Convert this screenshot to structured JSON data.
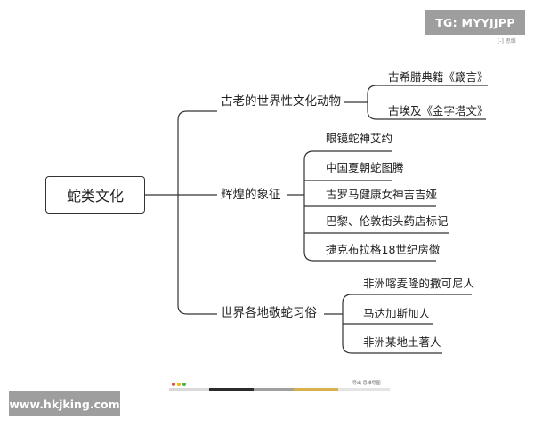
{
  "watermark": {
    "top_text": "TG: MYYJJPP",
    "top_small": "[-] 思维",
    "bottom_text": "www.hkjking.com"
  },
  "mindmap": {
    "root": "蛇类文化",
    "branches": [
      {
        "label": "古老的世界性文化动物",
        "children": [
          "古希腊典籍《箴言》",
          "古埃及《金字塔文》"
        ]
      },
      {
        "label": "辉煌的象征",
        "children": [
          "眼镜蛇神艾约",
          "中国夏朝蛇图腾",
          "古罗马健康女神吉吉娅",
          "巴黎、伦敦街头药店标记",
          "捷克布拉格18世纪房徽"
        ]
      },
      {
        "label": "世界各地敬蛇习俗",
        "children": [
          "非洲喀麦隆的撒可尼人",
          "马达加斯加人",
          "非洲某地土著人"
        ]
      }
    ]
  },
  "footer": {
    "text": "导出 思维导图",
    "dot_colors": [
      "#e74c3c",
      "#f5b400",
      "#4caf50"
    ]
  },
  "colors": {
    "line": "#333333"
  }
}
